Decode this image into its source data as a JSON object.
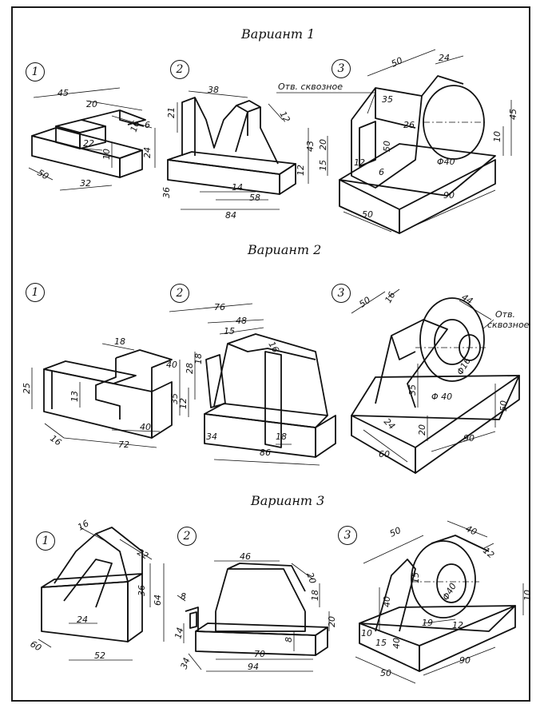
{
  "variants": [
    {
      "title": "Вариант 1",
      "parts": [
        {
          "num": "1",
          "dims": [
            "45",
            "20",
            "16",
            "6",
            "22",
            "10",
            "24",
            "50",
            "32"
          ]
        },
        {
          "num": "2",
          "dims": [
            "38",
            "21",
            "12",
            "43",
            "12",
            "14",
            "58",
            "36",
            "84"
          ]
        },
        {
          "num": "3",
          "note": "Отв. сквозное",
          "dims": [
            "50",
            "24",
            "35",
            "26",
            "45",
            "10",
            "20",
            "50",
            "15",
            "12",
            "6",
            "Φ40",
            "90",
            "50"
          ]
        }
      ]
    },
    {
      "title": "Вариант 2",
      "parts": [
        {
          "num": "1",
          "dims": [
            "18",
            "40",
            "25",
            "13",
            "35",
            "40",
            "16",
            "72"
          ]
        },
        {
          "num": "2",
          "dims": [
            "76",
            "48",
            "15",
            "16",
            "28",
            "18",
            "12",
            "18",
            "34",
            "86"
          ]
        },
        {
          "num": "3",
          "note_line1": "Отв.",
          "note_line2": "сквозное",
          "dims": [
            "50",
            "16",
            "44",
            "Φ16",
            "Φ 40",
            "35",
            "50",
            "24",
            "20",
            "90",
            "60"
          ]
        }
      ]
    },
    {
      "title": "Вариант 3",
      "parts": [
        {
          "num": "1",
          "dims": [
            "16",
            "22",
            "36",
            "64",
            "24",
            "60",
            "52"
          ]
        },
        {
          "num": "2",
          "dims": [
            "46",
            "20",
            "18",
            "8",
            "20",
            "14",
            "8",
            "70",
            "34",
            "94"
          ]
        },
        {
          "num": "3",
          "dims": [
            "50",
            "40",
            "12",
            "15",
            "Φ40",
            "40",
            "19",
            "12",
            "10",
            "15",
            "40",
            "50",
            "90",
            "10"
          ]
        }
      ]
    }
  ]
}
